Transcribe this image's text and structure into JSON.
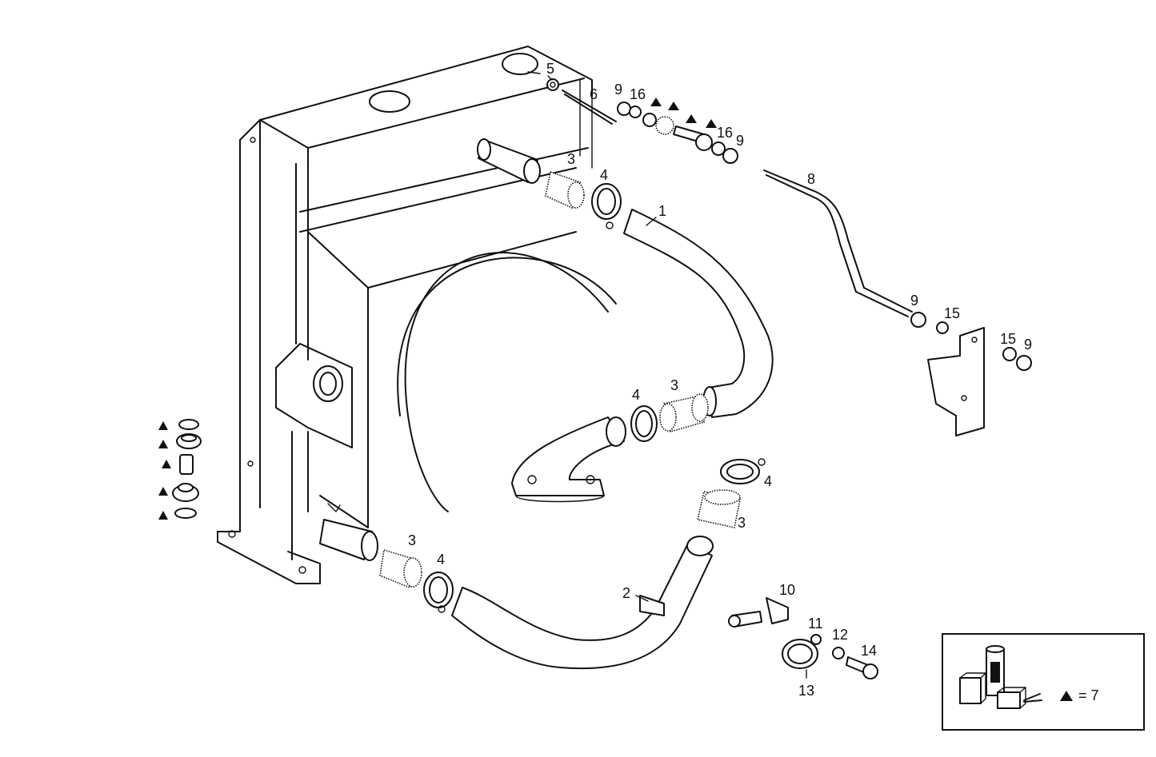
{
  "callouts": [
    {
      "id": "c1",
      "text": "1"
    },
    {
      "id": "c2",
      "text": "2"
    },
    {
      "id": "c3a",
      "text": "3"
    },
    {
      "id": "c3b",
      "text": "3"
    },
    {
      "id": "c3c",
      "text": "3"
    },
    {
      "id": "c3d",
      "text": "3"
    },
    {
      "id": "c4a",
      "text": "4"
    },
    {
      "id": "c4b",
      "text": "4"
    },
    {
      "id": "c4c",
      "text": "4"
    },
    {
      "id": "c4d",
      "text": "4"
    },
    {
      "id": "c5",
      "text": "5"
    },
    {
      "id": "c6",
      "text": "6"
    },
    {
      "id": "c8",
      "text": "8"
    },
    {
      "id": "c9a",
      "text": "9"
    },
    {
      "id": "c9b",
      "text": "9"
    },
    {
      "id": "c9c",
      "text": "9"
    },
    {
      "id": "c9d",
      "text": "9"
    },
    {
      "id": "c10",
      "text": "10"
    },
    {
      "id": "c11",
      "text": "11"
    },
    {
      "id": "c12",
      "text": "12"
    },
    {
      "id": "c13",
      "text": "13"
    },
    {
      "id": "c14",
      "text": "14"
    },
    {
      "id": "c15a",
      "text": "15"
    },
    {
      "id": "c15b",
      "text": "15"
    },
    {
      "id": "c16a",
      "text": "16"
    },
    {
      "id": "c16b",
      "text": "16"
    }
  ],
  "legend": {
    "kit_text": "= 7"
  }
}
